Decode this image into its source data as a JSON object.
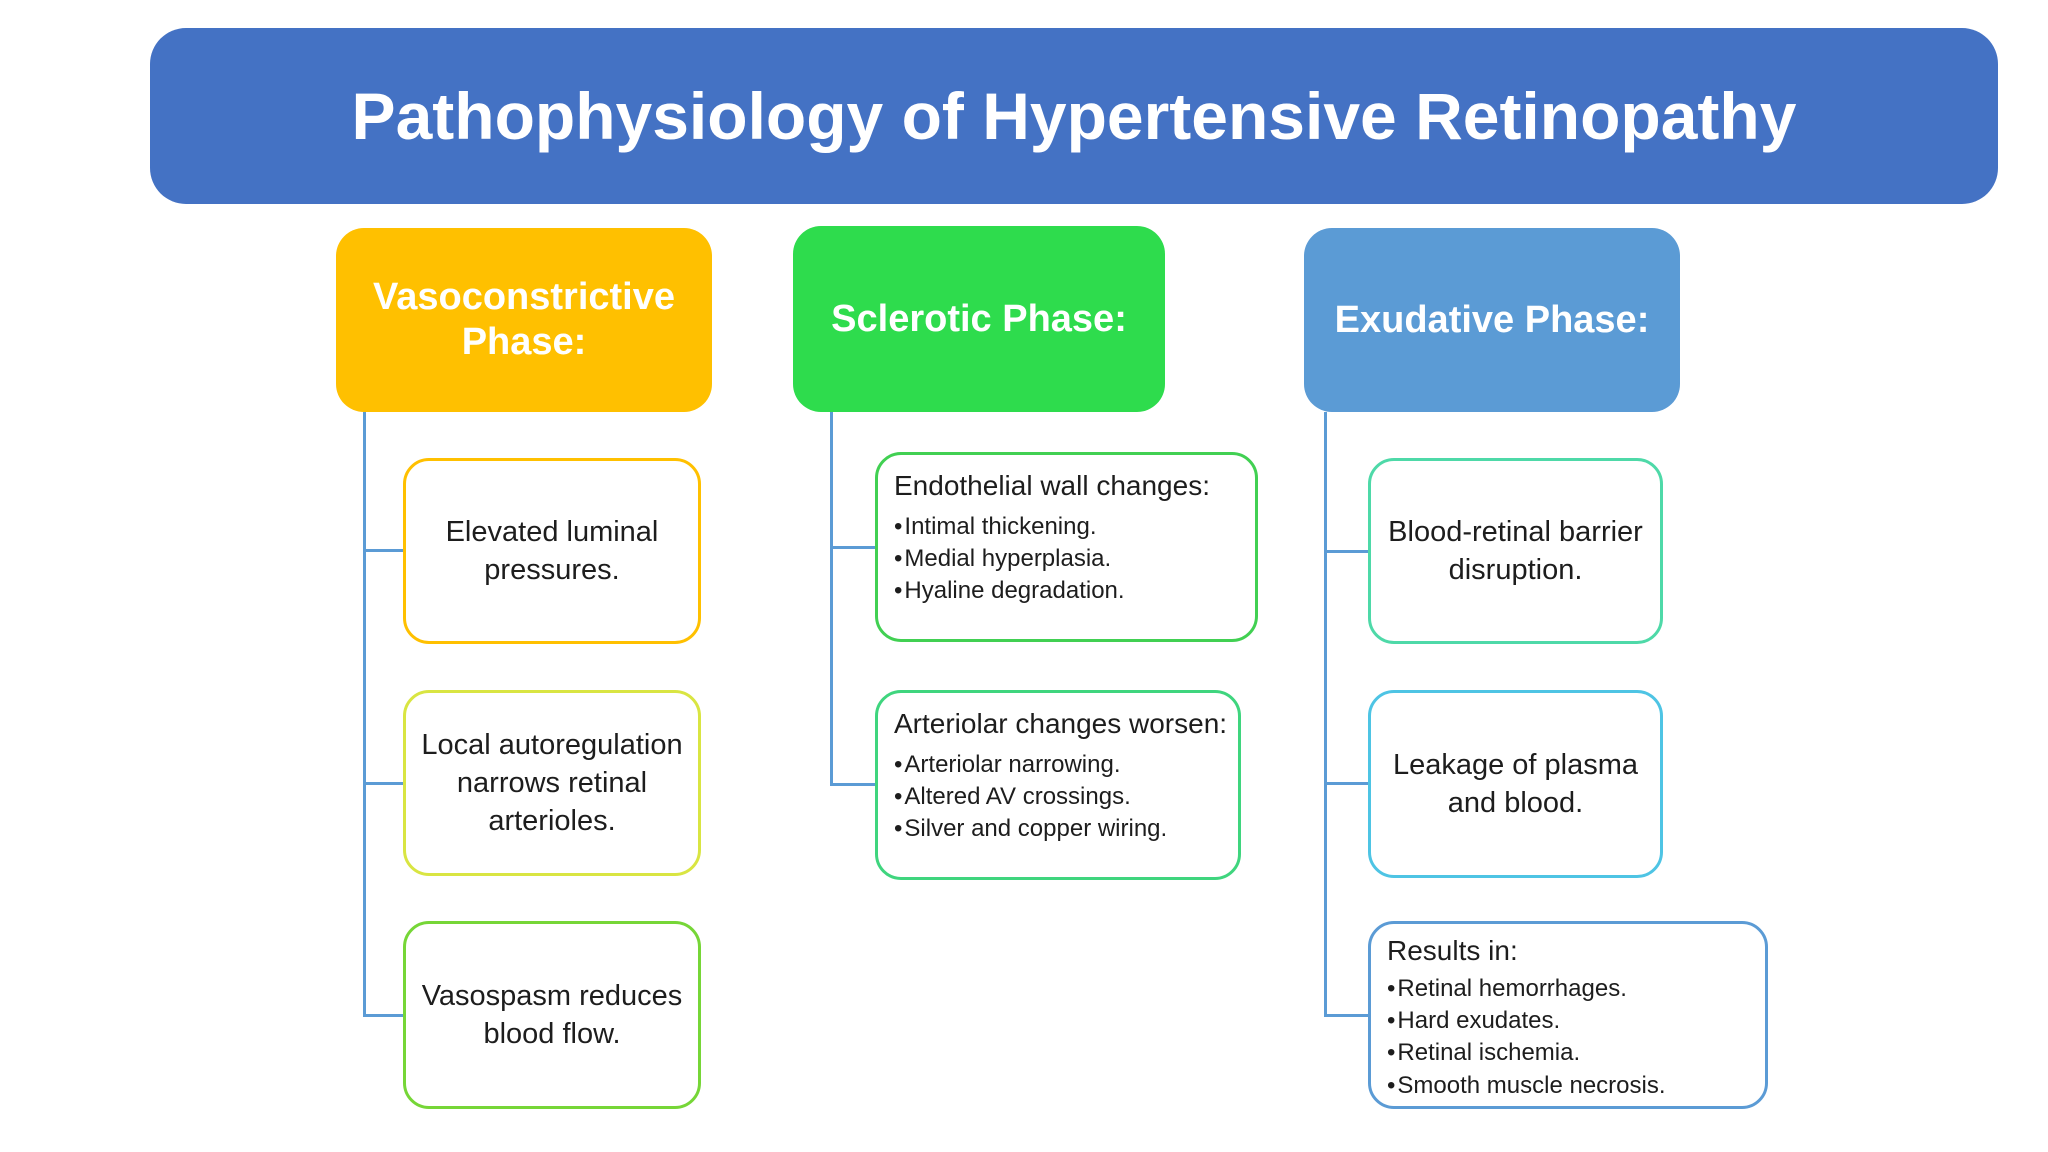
{
  "title": "Pathophysiology of Hypertensive Retinopathy",
  "colors": {
    "title_banner_bg": "#4472C4",
    "connector": "#5B9BD5",
    "text_dark": "#1d1d1d",
    "text_light": "#ffffff"
  },
  "columns": [
    {
      "header": "Vasoconstrictive Phase:",
      "header_color": "#FFC000",
      "items": [
        {
          "text": "Elevated luminal pressures.",
          "border": "#FFC000"
        },
        {
          "text": "Local autoregulation narrows retinal arterioles.",
          "border": "#D9E542"
        },
        {
          "text": "Vasospasm reduces blood flow.",
          "border": "#76D637"
        }
      ]
    },
    {
      "header": "Sclerotic Phase:",
      "header_color": "#2EDC4D",
      "items": [
        {
          "heading": "Endothelial wall changes:",
          "bullets": [
            "Intimal thickening.",
            "Medial hyperplasia.",
            "Hyaline degradation."
          ],
          "border": "#41D052"
        },
        {
          "heading": "Arteriolar changes worsen:",
          "bullets": [
            "Arteriolar narrowing.",
            "Altered AV crossings.",
            "Silver and copper wiring."
          ],
          "border": "#3FD57E"
        }
      ]
    },
    {
      "header": "Exudative Phase:",
      "header_color": "#5B9BD5",
      "items": [
        {
          "text": "Blood-retinal barrier disruption.",
          "border": "#4ED9A8"
        },
        {
          "text": "Leakage of plasma and blood.",
          "border": "#4EC4E4"
        },
        {
          "heading": "Results in:",
          "bullets": [
            "Retinal hemorrhages.",
            "Hard exudates.",
            "Retinal ischemia.",
            "Smooth muscle necrosis."
          ],
          "border": "#5B9BD5"
        }
      ]
    }
  ]
}
